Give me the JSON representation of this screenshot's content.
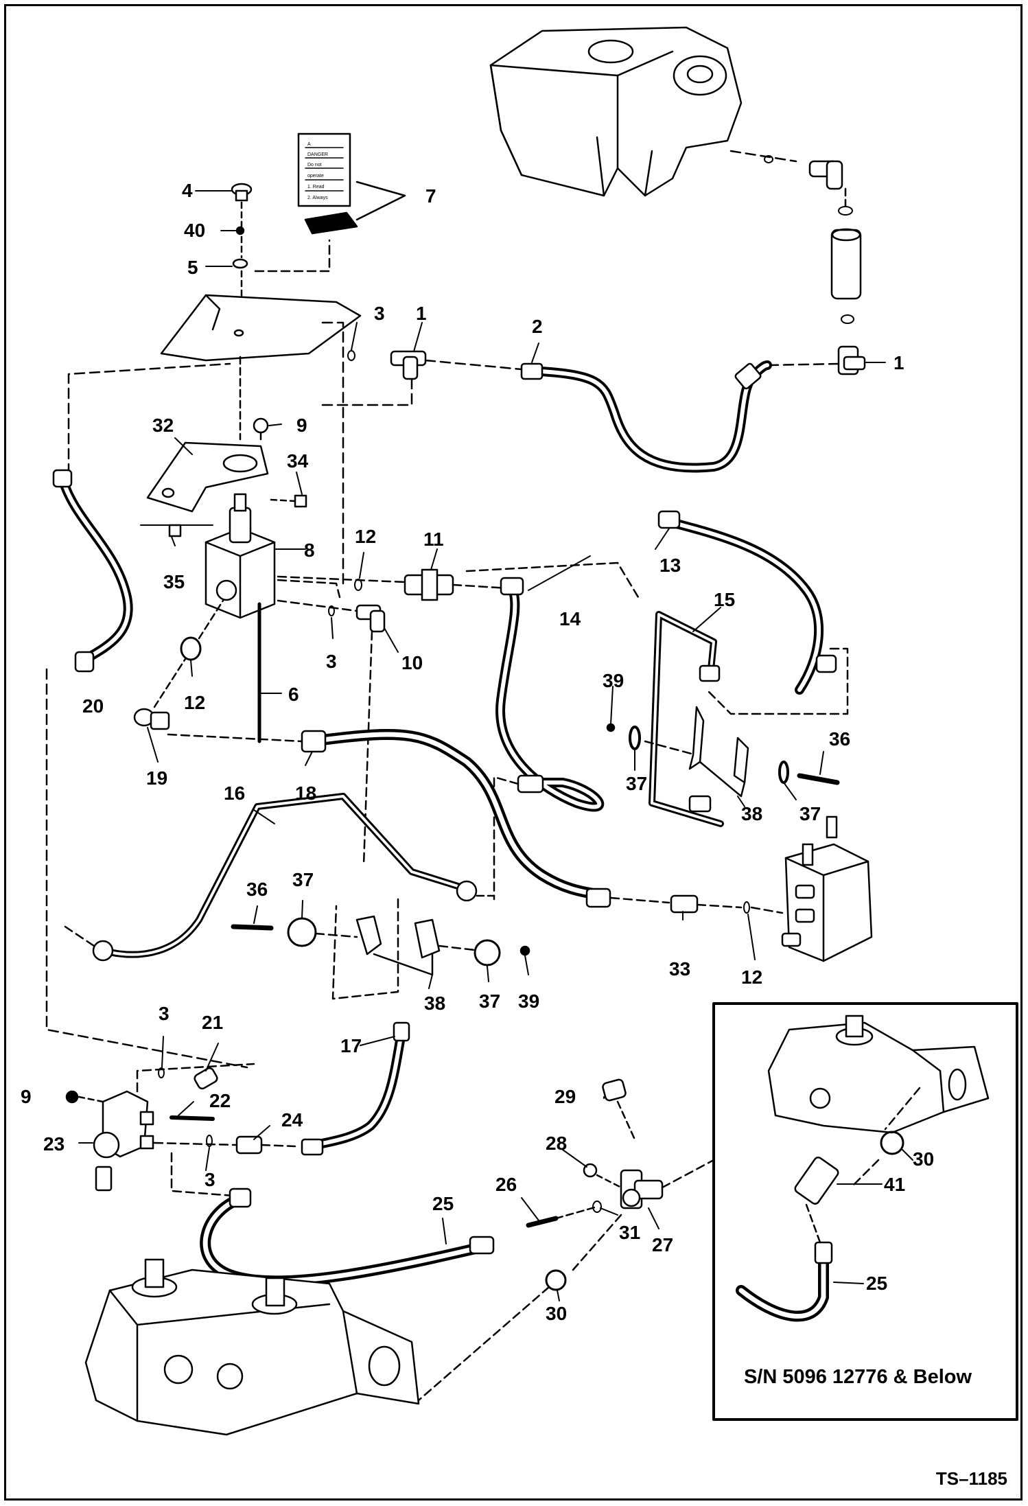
{
  "drawing_id": "TS–1185",
  "inset_caption": "S/N 5096 12776 & Below",
  "decal_text": [
    "A",
    "DANGER",
    "Do not",
    "operate",
    "1. Read",
    "2. Always"
  ],
  "callouts": [
    {
      "id": "c1a",
      "text": "1"
    },
    {
      "id": "c1b",
      "text": "1"
    },
    {
      "id": "c2",
      "text": "2"
    },
    {
      "id": "c3a",
      "text": "3"
    },
    {
      "id": "c3b",
      "text": "3"
    },
    {
      "id": "c3c",
      "text": "3"
    },
    {
      "id": "c3d",
      "text": "3"
    },
    {
      "id": "c4",
      "text": "4"
    },
    {
      "id": "c5",
      "text": "5"
    },
    {
      "id": "c6",
      "text": "6"
    },
    {
      "id": "c7",
      "text": "7"
    },
    {
      "id": "c8",
      "text": "8"
    },
    {
      "id": "c9a",
      "text": "9"
    },
    {
      "id": "c9b",
      "text": "9"
    },
    {
      "id": "c10",
      "text": "10"
    },
    {
      "id": "c11",
      "text": "11"
    },
    {
      "id": "c12a",
      "text": "12"
    },
    {
      "id": "c12b",
      "text": "12"
    },
    {
      "id": "c12c",
      "text": "12"
    },
    {
      "id": "c13",
      "text": "13"
    },
    {
      "id": "c14",
      "text": "14"
    },
    {
      "id": "c15",
      "text": "15"
    },
    {
      "id": "c16",
      "text": "16"
    },
    {
      "id": "c17",
      "text": "17"
    },
    {
      "id": "c18",
      "text": "18"
    },
    {
      "id": "c19",
      "text": "19"
    },
    {
      "id": "c20",
      "text": "20"
    },
    {
      "id": "c21",
      "text": "21"
    },
    {
      "id": "c22",
      "text": "22"
    },
    {
      "id": "c23",
      "text": "23"
    },
    {
      "id": "c24",
      "text": "24"
    },
    {
      "id": "c25a",
      "text": "25"
    },
    {
      "id": "c25b",
      "text": "25"
    },
    {
      "id": "c26",
      "text": "26"
    },
    {
      "id": "c27",
      "text": "27"
    },
    {
      "id": "c28",
      "text": "28"
    },
    {
      "id": "c29",
      "text": "29"
    },
    {
      "id": "c30a",
      "text": "30"
    },
    {
      "id": "c30b",
      "text": "30"
    },
    {
      "id": "c31",
      "text": "31"
    },
    {
      "id": "c32",
      "text": "32"
    },
    {
      "id": "c33",
      "text": "33"
    },
    {
      "id": "c34",
      "text": "34"
    },
    {
      "id": "c35",
      "text": "35"
    },
    {
      "id": "c36a",
      "text": "36"
    },
    {
      "id": "c36b",
      "text": "36"
    },
    {
      "id": "c37a",
      "text": "37"
    },
    {
      "id": "c37b",
      "text": "37"
    },
    {
      "id": "c37c",
      "text": "37"
    },
    {
      "id": "c37d",
      "text": "37"
    },
    {
      "id": "c38a",
      "text": "38"
    },
    {
      "id": "c38b",
      "text": "38"
    },
    {
      "id": "c39a",
      "text": "39"
    },
    {
      "id": "c39b",
      "text": "39"
    },
    {
      "id": "c40",
      "text": "40"
    },
    {
      "id": "c41",
      "text": "41"
    }
  ]
}
